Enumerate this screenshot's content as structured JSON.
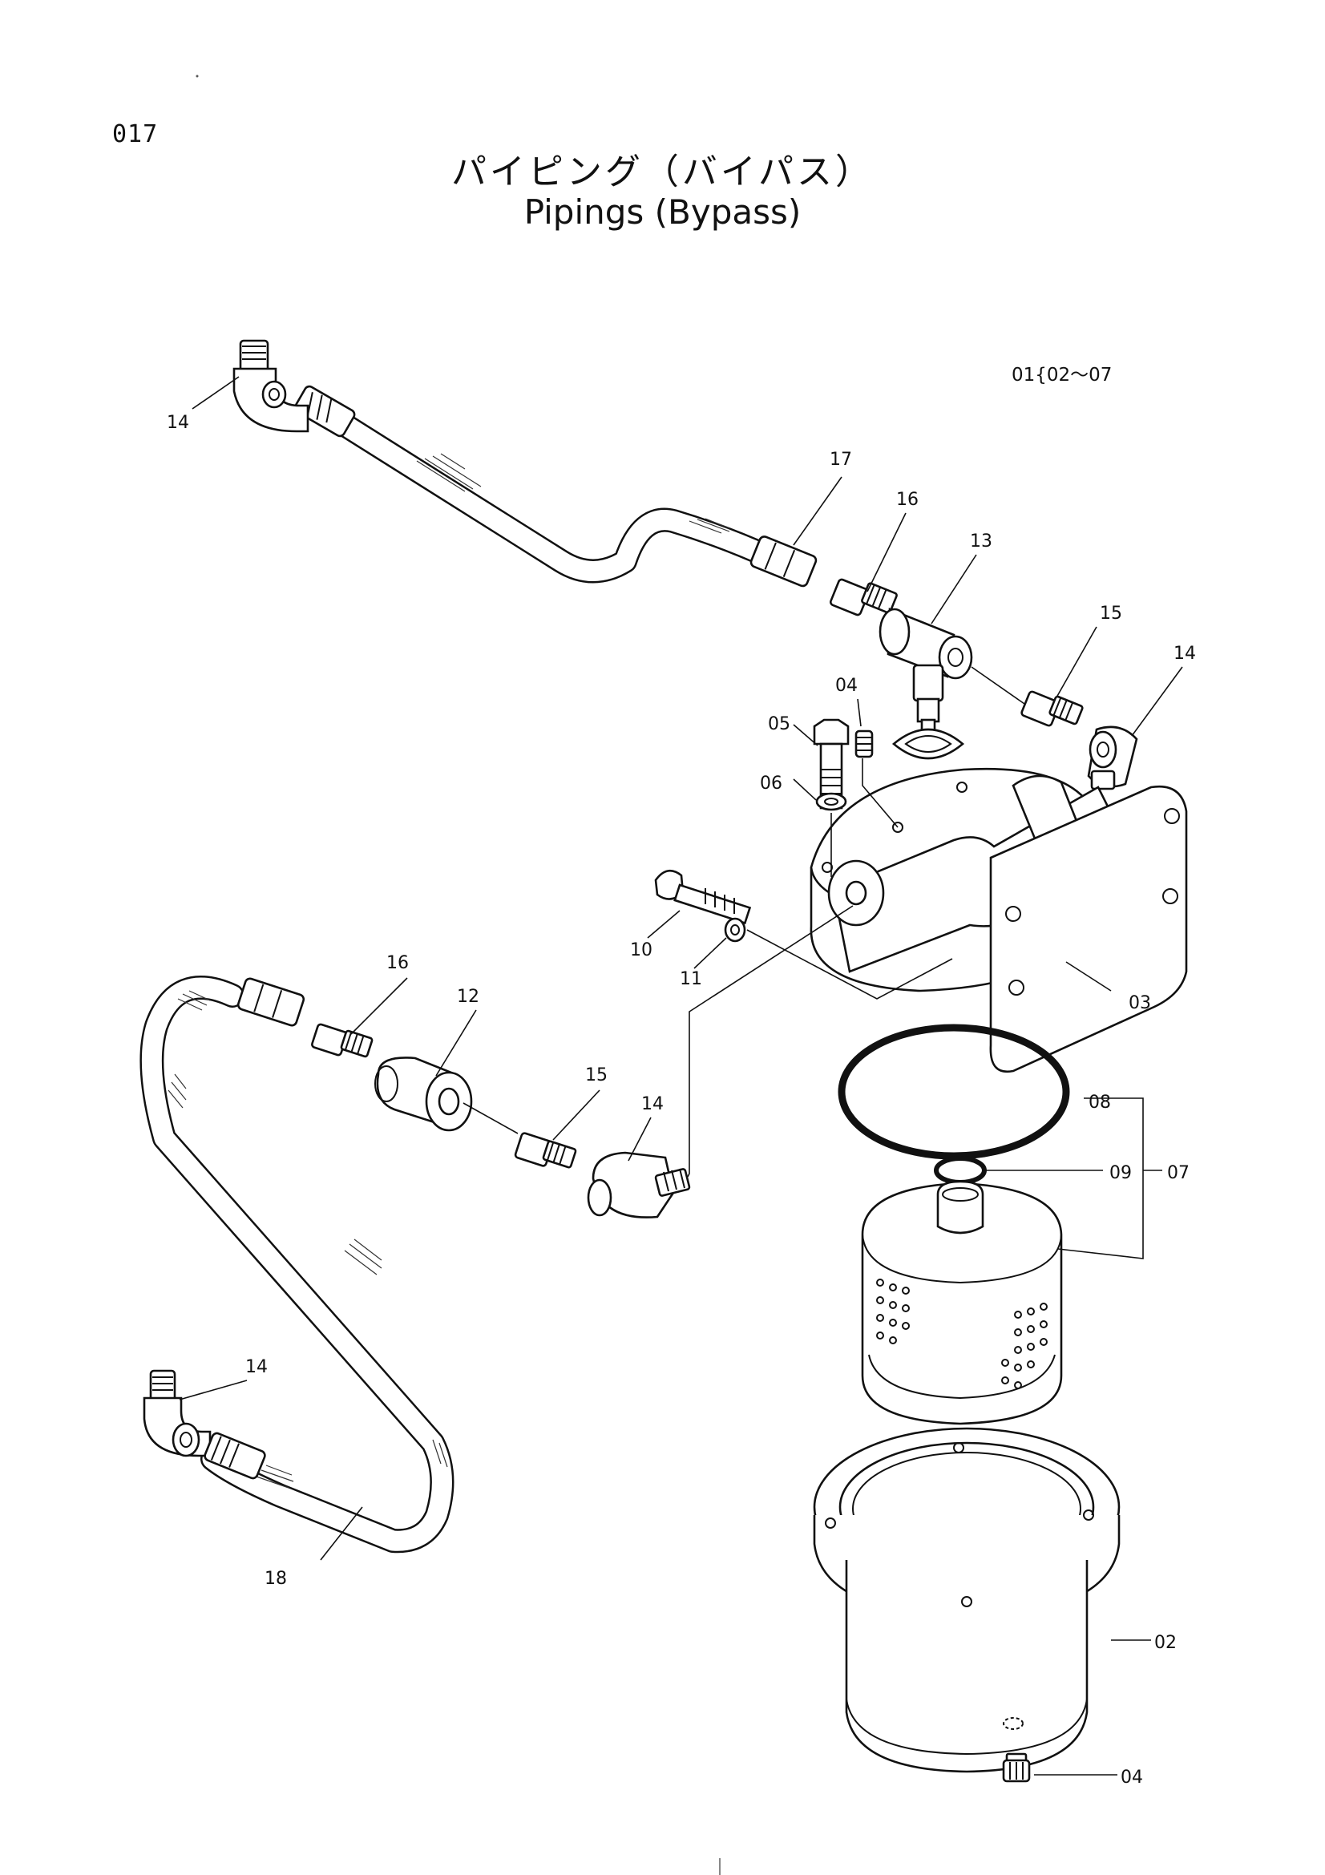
{
  "header": {
    "page_number": "017",
    "title_jp": "パイピング（バイパス）",
    "title_en": "Pipings (Bypass)"
  },
  "assembly_note": "01{02〜07",
  "callouts": {
    "c14_top_left": "14",
    "c17": "17",
    "c16_top": "16",
    "c13": "13",
    "c15_right": "15",
    "c14_right": "14",
    "c04_top": "04",
    "c05": "05",
    "c06": "06",
    "c10": "10",
    "c11": "11",
    "c03": "03",
    "c16_left": "16",
    "c12": "12",
    "c15_mid": "15",
    "c14_mid": "14",
    "c08": "08",
    "c09": "09",
    "c07": "07",
    "c14_bottom_left": "14",
    "c18": "18",
    "c02": "02",
    "c04_bottom": "04"
  }
}
